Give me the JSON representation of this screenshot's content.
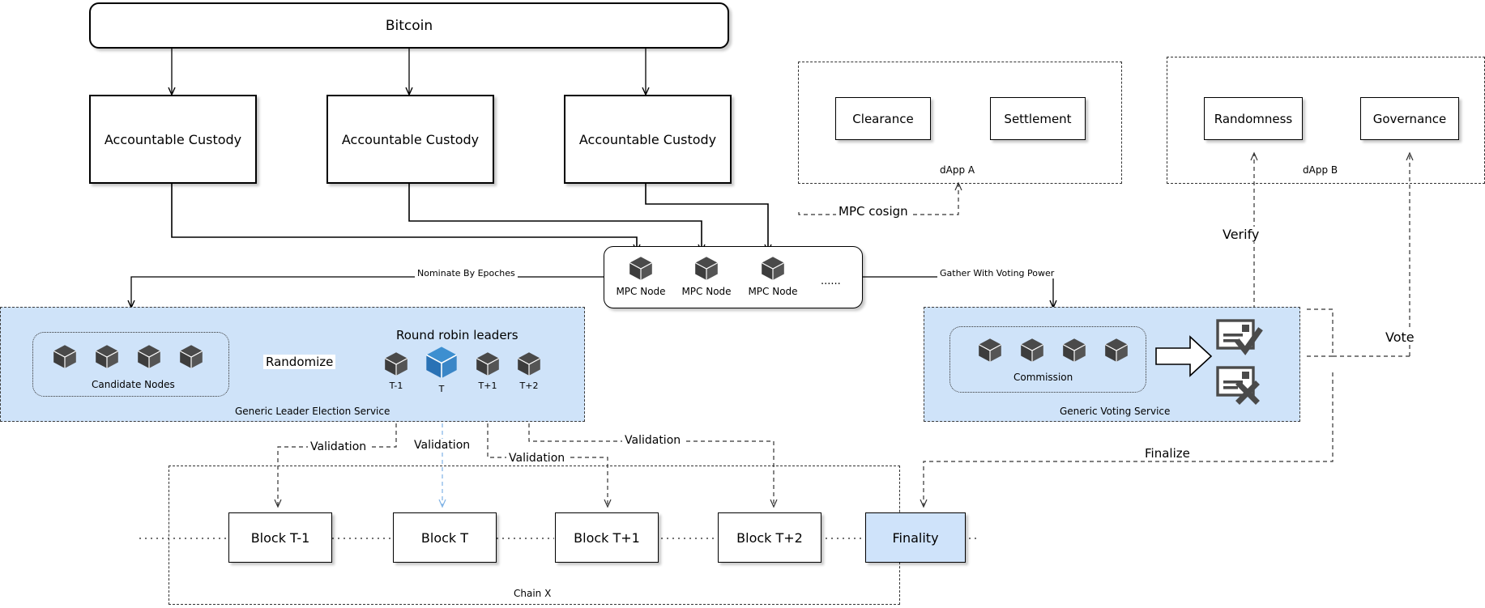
{
  "diagram": {
    "title": "Bitcoin-anchored MPC / Chain X architecture",
    "accent_blue": "#cfe3f9",
    "leader_cube_blue": "#2f7fc4",
    "cube_gray": "#4a4a4a"
  },
  "top": {
    "bitcoin": "Bitcoin",
    "custody": [
      "Accountable Custody",
      "Accountable Custody",
      "Accountable Custody"
    ]
  },
  "dapp_a": {
    "caption": "dApp A",
    "boxes": [
      "Clearance",
      "Settlement"
    ]
  },
  "dapp_b": {
    "caption": "dApp B",
    "boxes": [
      "Randomness",
      "Governance"
    ]
  },
  "mpc": {
    "nodes": [
      "MPC Node",
      "MPC Node",
      "MPC Node"
    ],
    "ellipsis": "......"
  },
  "leader_election": {
    "caption": "Generic Leader Election Service",
    "candidate_caption": "Candidate Nodes",
    "candidate_count": 4,
    "round_robin_title": "Round robin leaders",
    "randomize_label": "Randomize",
    "leaders": [
      {
        "label": "T-1",
        "highlight": false
      },
      {
        "label": "T",
        "highlight": true
      },
      {
        "label": "T+1",
        "highlight": false
      },
      {
        "label": "T+2",
        "highlight": false
      }
    ]
  },
  "voting": {
    "caption": "Generic Voting Service",
    "commission_caption": "Commission",
    "commission_count": 4,
    "approve_icon": "document-check-icon",
    "reject_icon": "document-x-icon"
  },
  "chain": {
    "caption": "Chain X",
    "blocks": [
      {
        "label": "Block T-1",
        "final": false
      },
      {
        "label": "Block T",
        "final": false
      },
      {
        "label": "Block T+1",
        "final": false
      },
      {
        "label": "Block T+2",
        "final": false
      },
      {
        "label": "Finality",
        "final": true
      }
    ]
  },
  "edges": {
    "mpc_cosign": "MPC cosign",
    "nominate": "Nominate By Epoches",
    "gather": "Gather With Voting Power",
    "verify": "Verify",
    "vote": "Vote",
    "finalize": "Finalize",
    "validation": [
      "Validation",
      "Validation",
      "Validation",
      "Validation"
    ]
  }
}
